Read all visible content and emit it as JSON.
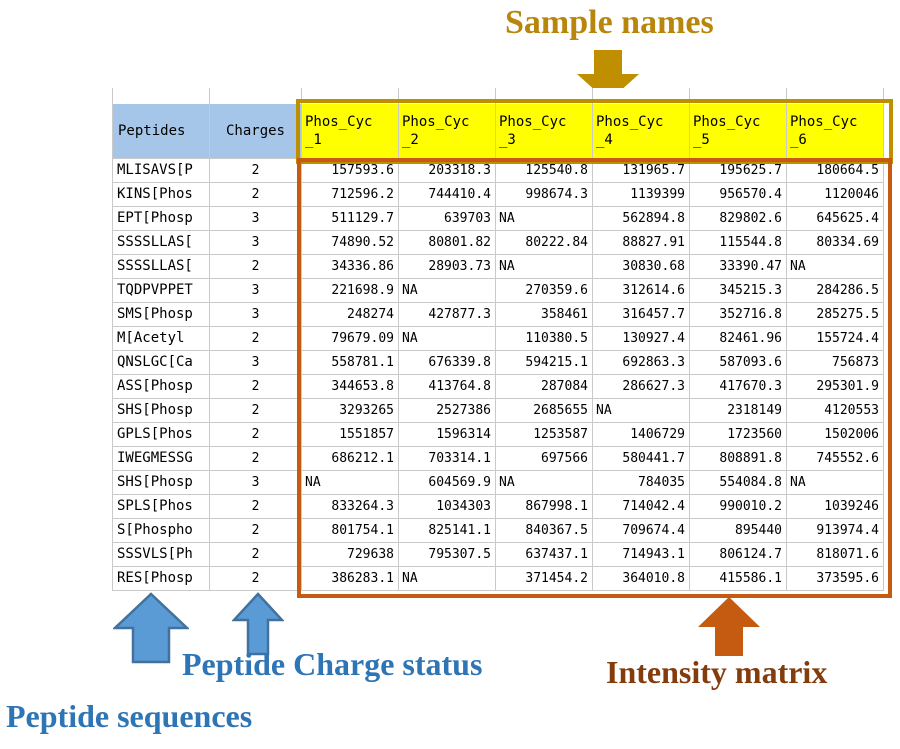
{
  "annotations": {
    "sample_names_label": "Sample names",
    "peptide_sequences_label": "Peptide sequences",
    "peptide_charge_status_label": "Peptide Charge status",
    "intensity_matrix_label": "Intensity matrix"
  },
  "colors": {
    "header_blue": "#A5C6E9",
    "header_yellow": "#FFFF00",
    "gold_accent": "#BF8F00",
    "gold_text": "#B8860B",
    "orange_accent": "#C55A11",
    "brown_text": "#843C0C",
    "blue_text": "#2E75B6",
    "blue_arrow_fill": "#5B9BD5",
    "blue_arrow_stroke": "#41719C",
    "gridline": "#C9C9C9"
  },
  "table": {
    "peptides_header": "Peptides",
    "charges_header": "Charges",
    "sample_headers": [
      {
        "line1": "Phos_Cyc",
        "line2": "_1"
      },
      {
        "line1": "Phos_Cyc",
        "line2": "_2"
      },
      {
        "line1": "Phos_Cyc",
        "line2": "_3"
      },
      {
        "line1": "Phos_Cyc",
        "line2": "_4"
      },
      {
        "line1": "Phos_Cyc",
        "line2": "_5"
      },
      {
        "line1": "Phos_Cyc",
        "line2": "_6"
      }
    ],
    "rows": [
      {
        "peptide": "MLISAVS[P",
        "charge": "2",
        "values": [
          "157593.6",
          "203318.3",
          "125540.8",
          "131965.7",
          "195625.7",
          "180664.5"
        ]
      },
      {
        "peptide": "KINS[Phos",
        "charge": "2",
        "values": [
          "712596.2",
          "744410.4",
          "998674.3",
          "1139399",
          "956570.4",
          "1120046"
        ]
      },
      {
        "peptide": "EPT[Phosp",
        "charge": "3",
        "values": [
          "511129.7",
          "639703",
          "NA",
          "562894.8",
          "829802.6",
          "645625.4"
        ]
      },
      {
        "peptide": "SSSSLLAS[",
        "charge": "3",
        "values": [
          "74890.52",
          "80801.82",
          "80222.84",
          "88827.91",
          "115544.8",
          "80334.69"
        ]
      },
      {
        "peptide": "SSSSLLAS[",
        "charge": "2",
        "values": [
          "34336.86",
          "28903.73",
          "NA",
          "30830.68",
          "33390.47",
          "NA"
        ]
      },
      {
        "peptide": "TQDPVPPET",
        "charge": "3",
        "values": [
          "221698.9",
          "NA",
          "270359.6",
          "312614.6",
          "345215.3",
          "284286.5"
        ]
      },
      {
        "peptide": "SMS[Phosp",
        "charge": "3",
        "values": [
          "248274",
          "427877.3",
          "358461",
          "316457.7",
          "352716.8",
          "285275.5"
        ]
      },
      {
        "peptide": "M[Acetyl",
        "charge": "2",
        "values": [
          "79679.09",
          "NA",
          "110380.5",
          "130927.4",
          "82461.96",
          "155724.4"
        ]
      },
      {
        "peptide": "QNSLGC[Ca",
        "charge": "3",
        "values": [
          "558781.1",
          "676339.8",
          "594215.1",
          "692863.3",
          "587093.6",
          "756873"
        ]
      },
      {
        "peptide": "ASS[Phosp",
        "charge": "2",
        "values": [
          "344653.8",
          "413764.8",
          "287084",
          "286627.3",
          "417670.3",
          "295301.9"
        ]
      },
      {
        "peptide": "SHS[Phosp",
        "charge": "2",
        "values": [
          "3293265",
          "2527386",
          "2685655",
          "NA",
          "2318149",
          "4120553"
        ]
      },
      {
        "peptide": "GPLS[Phos",
        "charge": "2",
        "values": [
          "1551857",
          "1596314",
          "1253587",
          "1406729",
          "1723560",
          "1502006"
        ]
      },
      {
        "peptide": "IWEGMESSG",
        "charge": "2",
        "values": [
          "686212.1",
          "703314.1",
          "697566",
          "580441.7",
          "808891.8",
          "745552.6"
        ]
      },
      {
        "peptide": "SHS[Phosp",
        "charge": "3",
        "values": [
          "NA",
          "604569.9",
          "NA",
          "784035",
          "554084.8",
          "NA"
        ]
      },
      {
        "peptide": "SPLS[Phos",
        "charge": "2",
        "values": [
          "833264.3",
          "1034303",
          "867998.1",
          "714042.4",
          "990010.2",
          "1039246"
        ]
      },
      {
        "peptide": "S[Phospho",
        "charge": "2",
        "values": [
          "801754.1",
          "825141.1",
          "840367.5",
          "709674.4",
          "895440",
          "913974.4"
        ]
      },
      {
        "peptide": "SSSVLS[Ph",
        "charge": "2",
        "values": [
          "729638",
          "795307.5",
          "637437.1",
          "714943.1",
          "806124.7",
          "818071.6"
        ]
      },
      {
        "peptide": "RES[Phosp",
        "charge": "2",
        "values": [
          "386283.1",
          "NA",
          "371454.2",
          "364010.8",
          "415586.1",
          "373595.6"
        ]
      }
    ]
  }
}
